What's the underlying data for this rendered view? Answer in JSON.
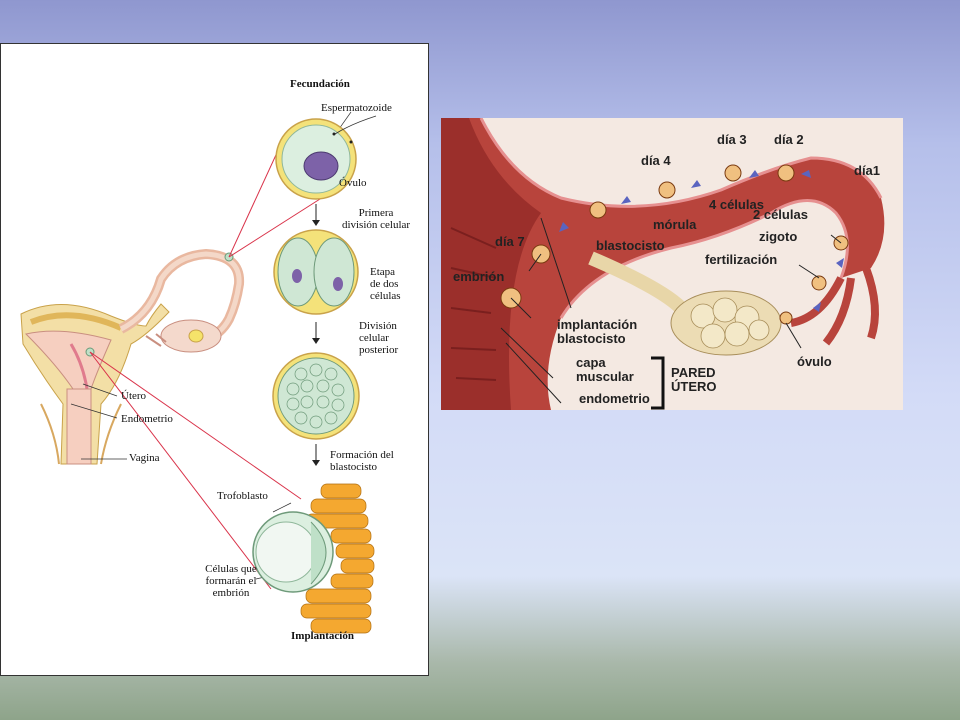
{
  "left_panel": {
    "title_top": "Fecundación",
    "labels": {
      "espermatozoide": "Espermatozoide",
      "ovulo": "Óvulo",
      "primera_division": [
        "Primera",
        "división celular"
      ],
      "etapa_dos": [
        "Etapa",
        "de dos",
        "células"
      ],
      "division_posterior": [
        "División",
        "celular",
        "posterior"
      ],
      "formacion_blastocisto": [
        "Formación del",
        "blastocisto"
      ],
      "utero": "Útero",
      "endometrio": "Endometrio",
      "vagina": "Vagina",
      "trofoblasto": "Trofoblasto",
      "celulas_embrion": [
        "Células que",
        "formarán el",
        "embrión"
      ]
    },
    "title_bottom": "Implantación"
  },
  "right_panel": {
    "labels": {
      "dia3": "día 3",
      "dia2": "día 2",
      "dia4": "día 4",
      "dia1": "día1",
      "cuatro_celulas": "4 células",
      "dos_celulas": "2 células",
      "morula": "mórula",
      "zigoto": "zigoto",
      "dia7": "día 7",
      "blastocisto": "blastocisto",
      "fertilizacion": "fertilización",
      "embrion": "embrión",
      "implantacion": [
        "implantación",
        "blastocisto"
      ],
      "capa_muscular": [
        "capa",
        "muscular"
      ],
      "endometrio": "endometrio",
      "pared_utero": [
        "PARED",
        "ÚTERO"
      ],
      "ovulo": "óvulo"
    }
  }
}
